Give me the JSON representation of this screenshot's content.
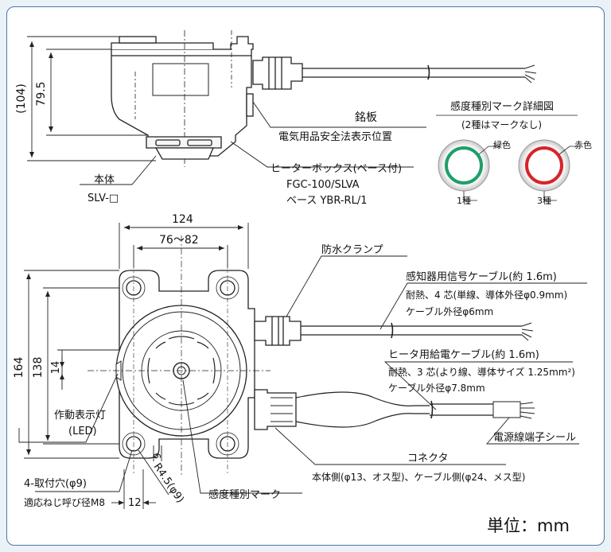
{
  "diagram": {
    "title": "",
    "dimensions": {
      "height_total": "(104)",
      "height_body": "79.5",
      "width_124": "124",
      "width_76_82": "76～82",
      "height_164": "164",
      "height_138": "138",
      "dim_14": "14",
      "dim_9": "9",
      "dim_12": "12",
      "r45": "R4.5(φ9)"
    },
    "labels": {
      "nameplate": "銘板",
      "nameplate_position": "電気用品安全法表示位置",
      "heater_box": "ヒーターボックス(ベース付)",
      "heater_model": "FGC-100/SLVA",
      "base_model": "ベース YBR-RL/1",
      "body_label": "本体",
      "body_model": "SLV-□",
      "mark_title": "感度種別マーク詳細図",
      "mark_note": "(2種はマークなし)",
      "green_color": "緑色",
      "red_color": "赤色",
      "type1": "1種",
      "type3": "3種",
      "waterproof_clamp": "防水クランプ",
      "signal_cable": "感知器用信号ケーブル(約 1.6m)",
      "signal_cable_spec": "耐熱、4 芯(単線、導体外径φ0.9mm)",
      "signal_cable_od": "ケーブル外径φ6mm",
      "heater_cable": "ヒータ用給電ケーブル(約 1.6m)",
      "heater_cable_spec": "耐熱、3 芯(より線、導体サイズ 1.25mm²)",
      "heater_cable_od": "ケーブル外径φ7.8mm",
      "power_terminal_seal": "電源線端子シール",
      "connector": "コネクタ",
      "connector_spec": "本体側(φ13、オス型)、ケーブル側(φ24、メス型)",
      "operation_lamp": "作動表示灯",
      "operation_lamp_led": "(LED)",
      "mounting_holes": "4-取付穴(φ9)",
      "screw_size": "適応ねじ呼び径M8",
      "sensitivity_mark": "感度種別マーク",
      "unit": "単位：mm"
    },
    "colors": {
      "frame": "#4a78a6",
      "green_ring": "#1f9e6a",
      "red_ring": "#d8232a",
      "line": "#222222"
    }
  }
}
